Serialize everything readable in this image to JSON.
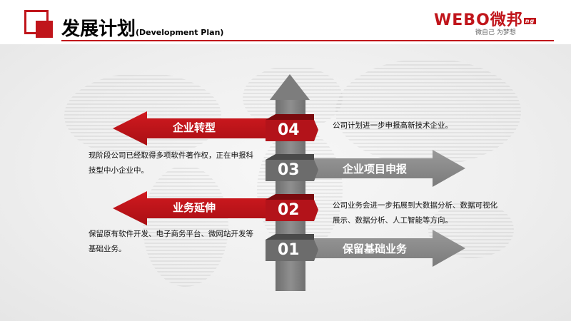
{
  "header": {
    "title_zh": "发展计划",
    "title_en": "(Development Plan)"
  },
  "brand": {
    "logo_text": "WEBO微邦",
    "logo_suffix": "ng",
    "slogan": "微自己 为梦想"
  },
  "colors": {
    "accent_red": "#c0151b",
    "dark_red": "#8a0c10",
    "gray_arrow": "#8c8c8c",
    "dark_gray": "#6b6b6b"
  },
  "steps": [
    {
      "number": "01",
      "label": "保留基础业务",
      "description": "保留原有软件开发、电子商务平台、微网站开发等基础业务。"
    },
    {
      "number": "02",
      "label": "业务延伸",
      "description": "公司业务会进一步拓展到大数据分析、数据可视化展示、数据分析、人工智能等方向。"
    },
    {
      "number": "03",
      "label": "企业项目申报",
      "description": "现阶段公司已经取得多项软件著作权，正在申报科技型中小企业中。"
    },
    {
      "number": "04",
      "label": "企业转型",
      "description": "公司计划进一步申报高新技术企业。"
    }
  ]
}
